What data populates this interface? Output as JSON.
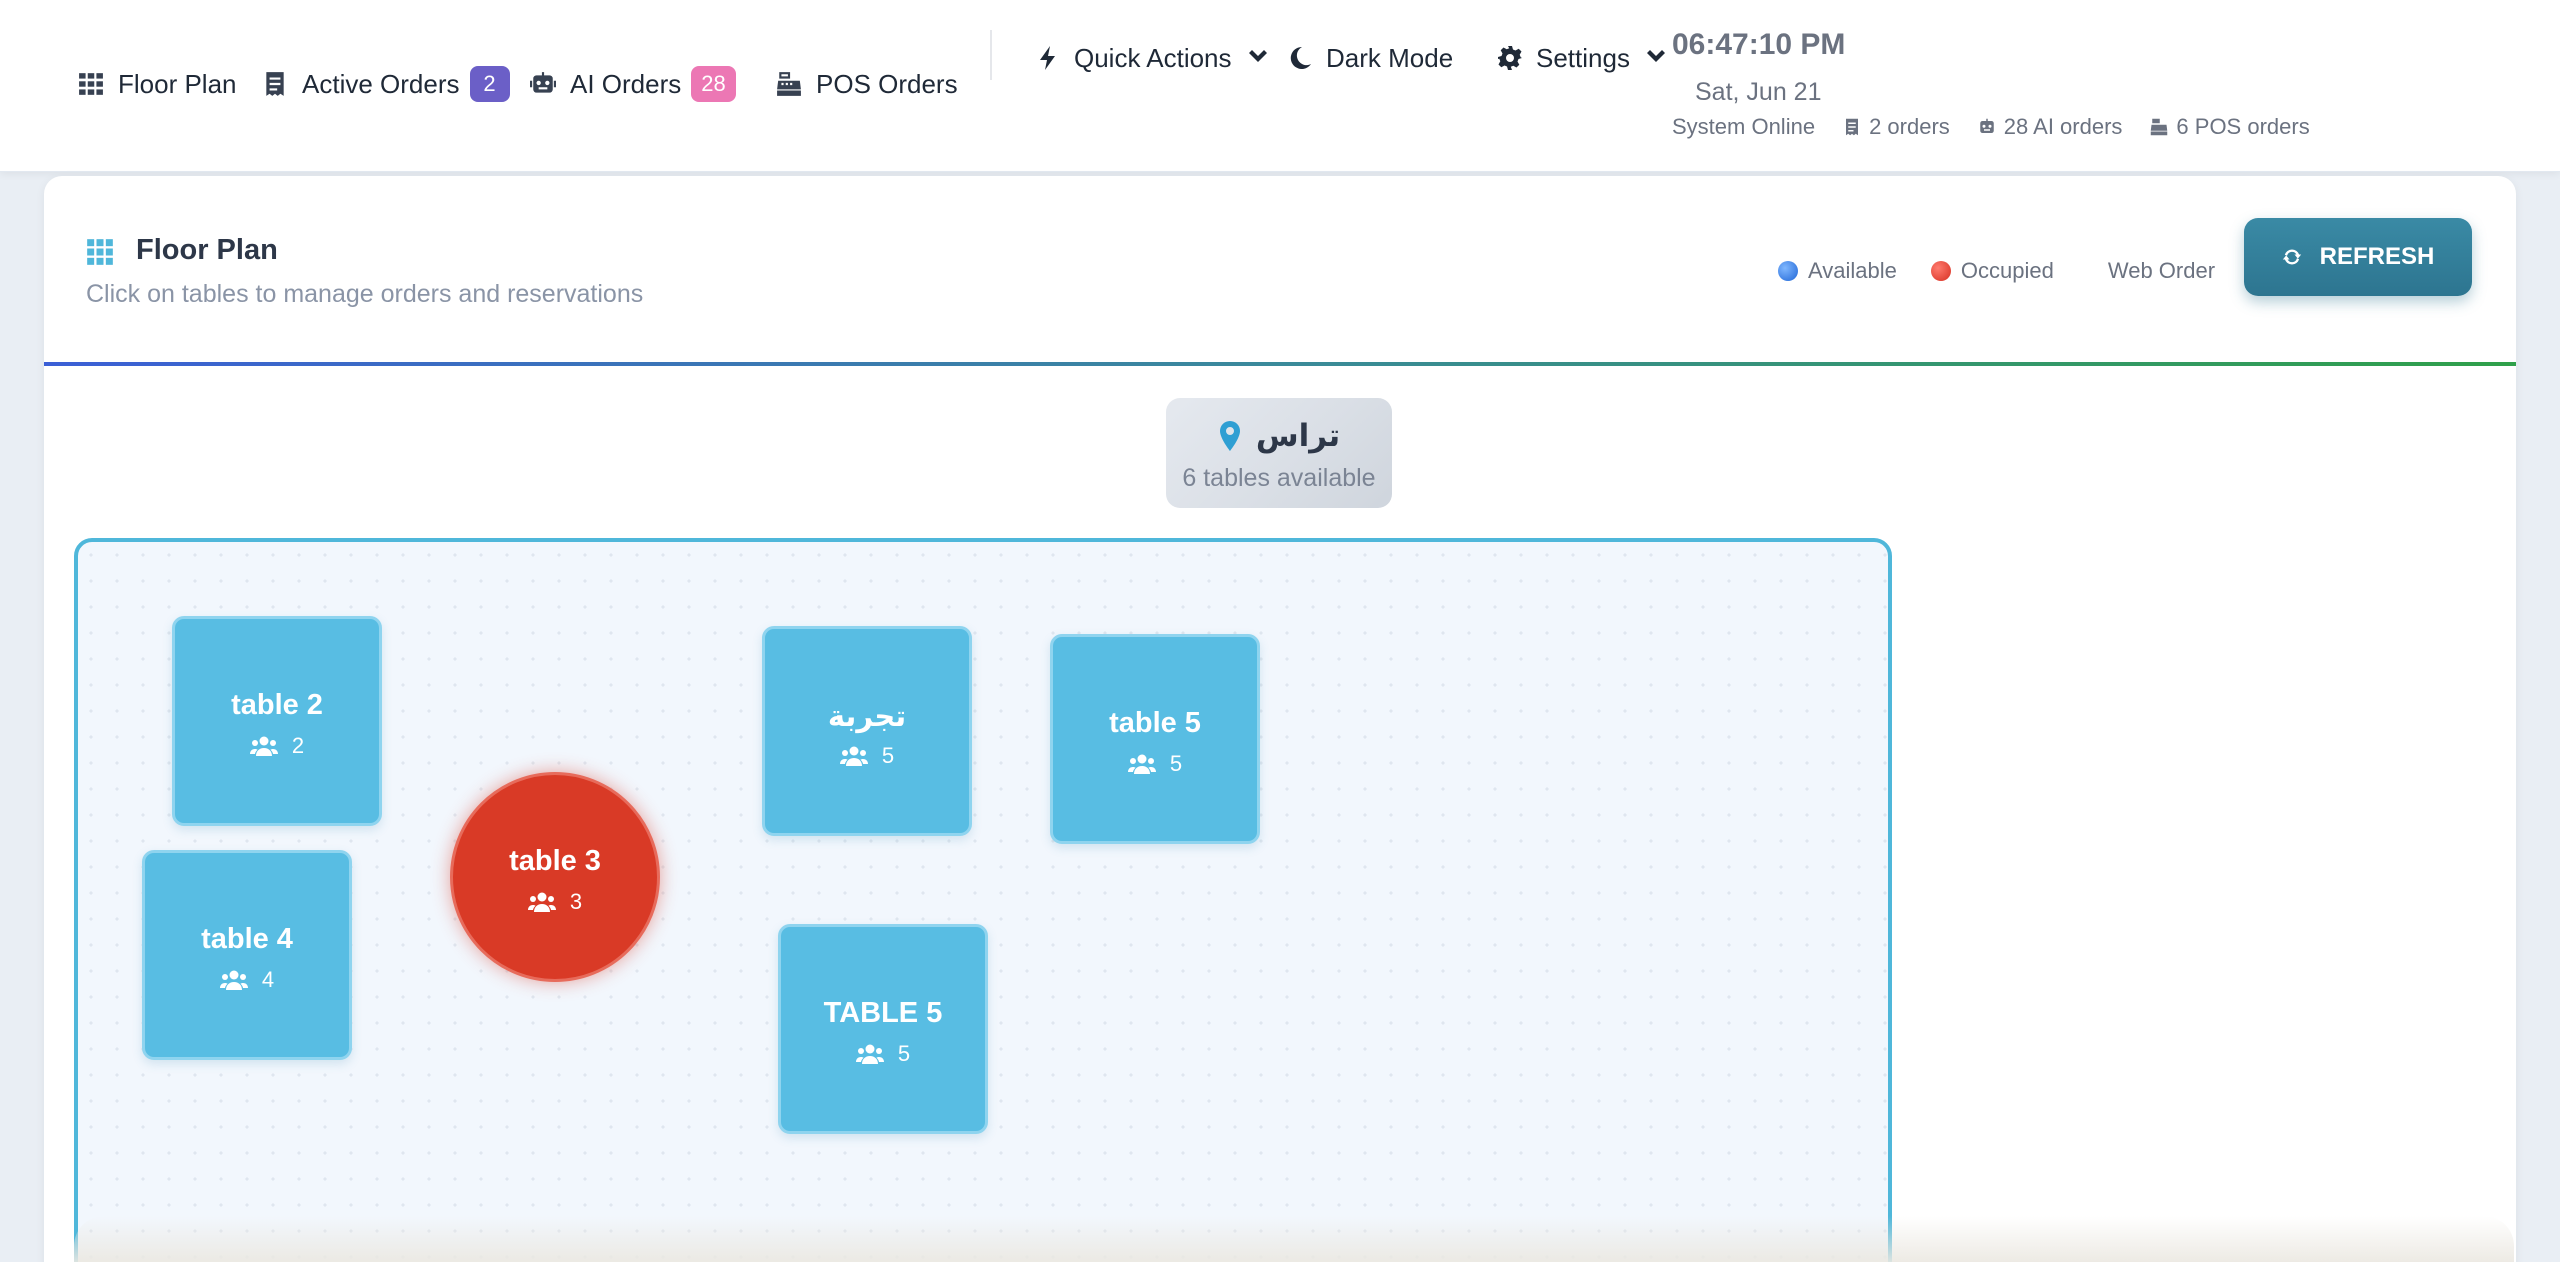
{
  "nav": {
    "floor_plan": "Floor Plan",
    "active_orders": "Active Orders",
    "active_orders_count": "2",
    "ai_orders": "AI Orders",
    "ai_orders_count": "28",
    "pos_orders": "POS Orders"
  },
  "actions": {
    "quick_actions": "Quick Actions",
    "dark_mode": "Dark Mode",
    "settings": "Settings"
  },
  "status": {
    "time": "06:47:10 PM",
    "date": "Sat, Jun 21",
    "system": "System Online",
    "orders": "2 orders",
    "ai_orders": "28 AI orders",
    "pos_orders": "6 POS orders"
  },
  "panel": {
    "title": "Floor Plan",
    "subtitle": "Click on tables to manage orders and reservations",
    "legend_available": "Available",
    "legend_occupied": "Occupied",
    "legend_web": "Web Order",
    "refresh": "REFRESH"
  },
  "area": {
    "name": "تراس",
    "count": "6 tables available"
  },
  "tables": [
    {
      "name": "table 2",
      "capacity": "2",
      "status": "available"
    },
    {
      "name": "table 4",
      "capacity": "4",
      "status": "available"
    },
    {
      "name": "table 3",
      "capacity": "3",
      "status": "occupied"
    },
    {
      "name": "تجربة",
      "capacity": "5",
      "status": "available"
    },
    {
      "name": "table 5",
      "capacity": "5",
      "status": "available"
    },
    {
      "name": "TABLE 5",
      "capacity": "5",
      "status": "available"
    }
  ],
  "colors": {
    "available": "#58bde3",
    "occupied": "#d93a26",
    "accent": "#2d7590",
    "badge_purple": "#6b5fc7",
    "badge_pink": "#ec77b4"
  }
}
